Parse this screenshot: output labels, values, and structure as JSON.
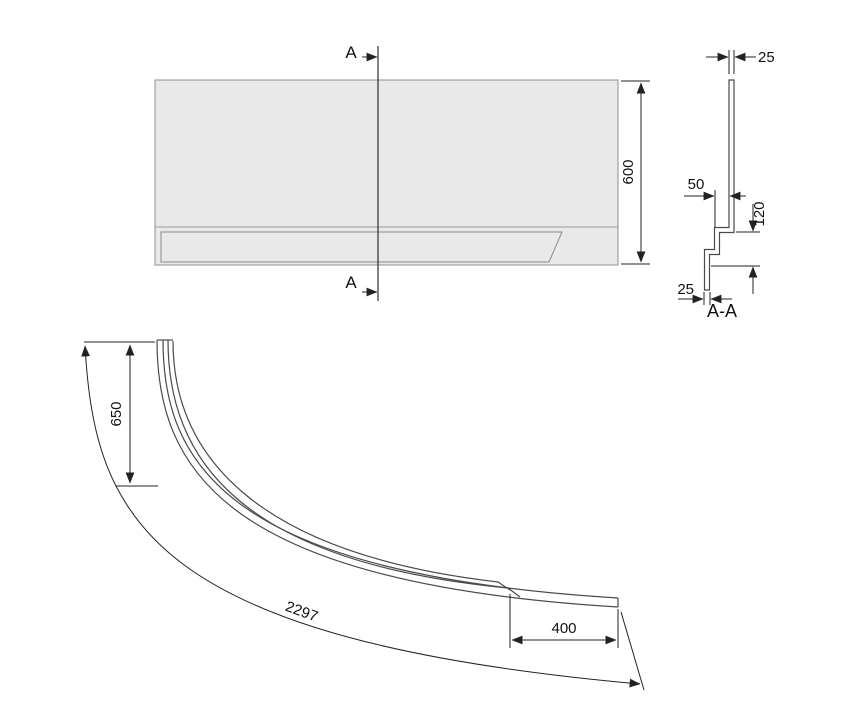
{
  "colors": {
    "background": "#ffffff",
    "fill": "#e9e9e9",
    "line": "#4a4a4a",
    "dim": "#222222"
  },
  "front_view": {
    "marker_top": "A",
    "marker_bottom": "A",
    "height_dim": "600"
  },
  "section_view": {
    "title": "A-A",
    "top_width_dim": "25",
    "step_depth_dim": "50",
    "base_height_dim": "120",
    "bottom_width_dim": "25"
  },
  "plan_view": {
    "corner_height_dim": "650",
    "curve_length_dim": "2297",
    "end_width_dim": "400"
  }
}
